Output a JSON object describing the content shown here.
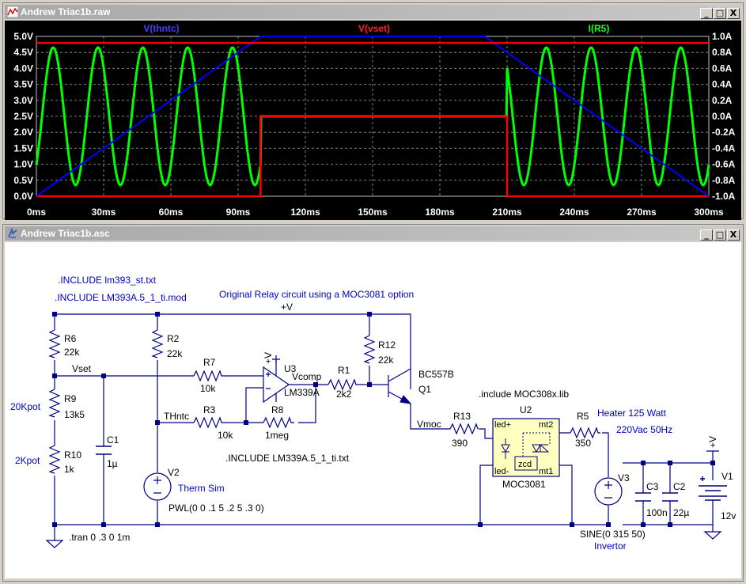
{
  "waveform_window": {
    "title": "Andrew Triac1b.raw"
  },
  "schematic_window": {
    "title": "Andrew Triac1b.asc"
  },
  "window_buttons": [
    "_",
    "□",
    "X"
  ],
  "chart_data": {
    "type": "line",
    "xlim": [
      0,
      300
    ],
    "ylim_left": [
      0,
      5
    ],
    "ylim_right": [
      -1,
      1
    ],
    "grid": true,
    "legend_placement": "top",
    "x_ticks": [
      "0ms",
      "30ms",
      "60ms",
      "90ms",
      "120ms",
      "150ms",
      "180ms",
      "210ms",
      "240ms",
      "270ms",
      "300ms"
    ],
    "y_left_ticks": [
      "0.0V",
      "0.5V",
      "1.0V",
      "1.5V",
      "2.0V",
      "2.5V",
      "3.0V",
      "3.5V",
      "4.0V",
      "4.5V",
      "5.0V"
    ],
    "y_right_ticks": [
      "-1.0A",
      "-0.8A",
      "-0.6A",
      "-0.4A",
      "-0.2A",
      "0.0A",
      "0.2A",
      "0.4A",
      "0.6A",
      "0.8A",
      "1.0A"
    ],
    "series": [
      {
        "name": "V(thntc)",
        "color": "#0000ff",
        "axis": "left",
        "x": [
          0,
          100,
          200,
          300
        ],
        "y": [
          0,
          5,
          5,
          0
        ]
      },
      {
        "name": "V(vset)",
        "color": "#ff0000",
        "axis": "left",
        "x": [
          0,
          300
        ],
        "y": [
          4.8,
          4.8
        ]
      },
      {
        "name": "I(R5)",
        "color": "#00ff00",
        "axis": "right",
        "frequency_hz": 50,
        "amplitude_a": 0.86,
        "conducting_ms": [
          [
            0,
            100
          ],
          [
            210,
            300
          ]
        ]
      }
    ],
    "extra_series": [
      {
        "color": "#ff0000",
        "axis": "left",
        "x": [
          0,
          100,
          100,
          210,
          210,
          300
        ],
        "y": [
          0,
          0,
          2.5,
          2.5,
          0,
          0
        ]
      }
    ]
  },
  "schematic": {
    "directives": {
      "inc1": ".INCLUDE lm393_st.txt",
      "inc2": ".INCLUDE LM393A.5_1_ti.mod",
      "note": "Original Relay circuit using a MOC3081 option",
      "inc3": ".INCLUDE LM339A.5_1_ti.txt",
      "inc4": ".include MOC308x.lib",
      "tran": ".tran 0 .3 0 1m"
    },
    "nets": {
      "vplus_top": "+V",
      "vplus_right": "+V",
      "vset": "Vset",
      "thntc": "THntc",
      "vcomp": "Vcomp",
      "vmoc": "Vmoc"
    },
    "labels": {
      "pot20k": "20Kpot",
      "pot2k": "2Kpot",
      "heater": "Heater 125 Watt",
      "ac": "220Vac 50Hz",
      "invertor": "Invertor",
      "therm": "Therm Sim"
    },
    "components": {
      "R6": {
        "name": "R6",
        "value": "22k"
      },
      "R9": {
        "name": "R9",
        "value": "13k5"
      },
      "R10": {
        "name": "R10",
        "value": "1k"
      },
      "C1": {
        "name": "C1",
        "value": "1µ"
      },
      "R2": {
        "name": "R2",
        "value": "22k"
      },
      "V2": {
        "name": "V2",
        "value": "PWL(0 0 .1 5 .2 5 .3 0)"
      },
      "R7": {
        "name": "R7",
        "value": "10k"
      },
      "R3": {
        "name": "R3",
        "value": "10k"
      },
      "R8": {
        "name": "R8",
        "value": "1meg"
      },
      "U3": {
        "name": "U3",
        "value": "LM339A"
      },
      "R1": {
        "name": "R1",
        "value": "2k2"
      },
      "R12": {
        "name": "R12",
        "value": "22k"
      },
      "Q1": {
        "name": "Q1",
        "value": "BC557B"
      },
      "R13": {
        "name": "R13",
        "value": "390"
      },
      "U2": {
        "name": "U2",
        "value": "MOC3081"
      },
      "R5": {
        "name": "R5",
        "value": "350"
      },
      "V3": {
        "name": "V3",
        "value": "SINE(0 315 50)"
      },
      "C3": {
        "name": "C3",
        "value": "100n"
      },
      "C2": {
        "name": "C2",
        "value": "22µ"
      },
      "V1": {
        "name": "V1",
        "value": "12v"
      }
    },
    "pins": {
      "led_plus": "led+",
      "led_minus": "led-",
      "mt2": "mt2",
      "mt1": "mt1",
      "zcd": "zcd"
    }
  }
}
